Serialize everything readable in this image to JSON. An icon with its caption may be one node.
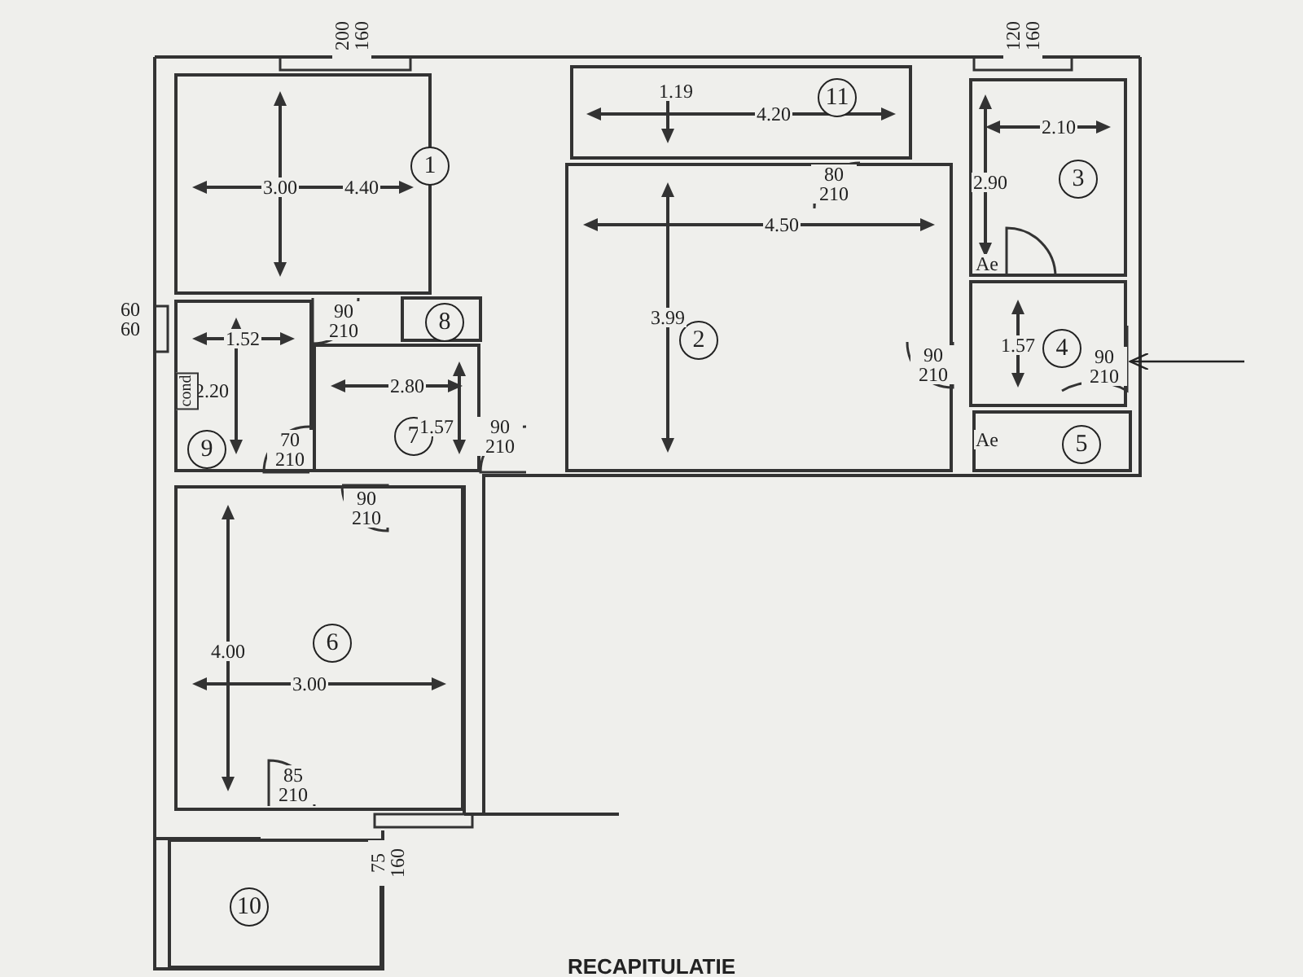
{
  "diagram": {
    "nodes": [
      {
        "text": [
          "1"
        ]
      },
      {
        "text": [
          "2"
        ]
      },
      {
        "text": [
          "3"
        ]
      },
      {
        "text": [
          "4"
        ]
      },
      {
        "text": [
          "5"
        ]
      },
      {
        "text": [
          "6"
        ]
      },
      {
        "text": [
          "7"
        ]
      },
      {
        "text": [
          "8"
        ]
      },
      {
        "text": [
          "9"
        ]
      },
      {
        "text": [
          "10"
        ]
      },
      {
        "text": [
          "11"
        ]
      }
    ],
    "edges": [
      {
        "from": null,
        "to": 3,
        "arrow": "to"
      }
    ],
    "labels": [
      "200 160",
      "120 160",
      "1.19",
      "4.20",
      "3.00",
      "4.40",
      "2.10",
      "80 210",
      "4.50",
      "2.90",
      "60 60",
      "1.52",
      "90 210",
      "3.99",
      "Ae",
      "2.20",
      "2.80",
      "cond",
      "90 210",
      "1.57",
      "90 210",
      "70 210",
      "1.57",
      "90 210",
      "Ae",
      "90 210",
      "4.00",
      "3.00",
      "85 210",
      "75 160",
      "RECAPITULATIE"
    ]
  }
}
